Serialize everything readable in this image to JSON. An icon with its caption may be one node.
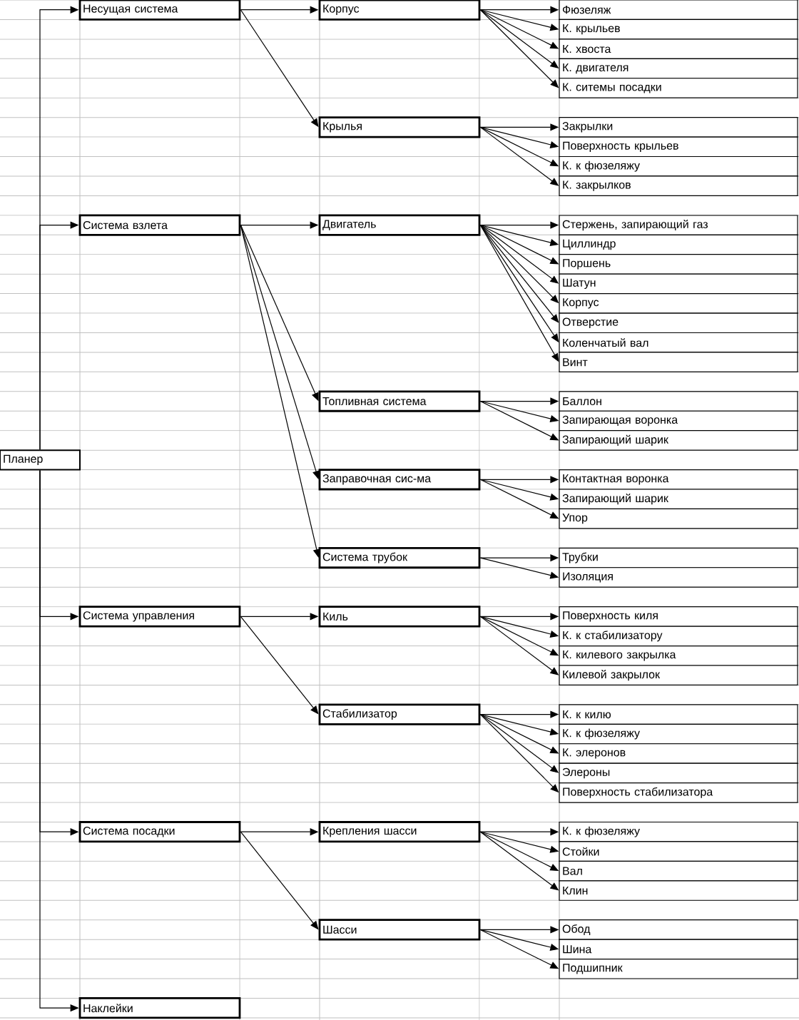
{
  "diagram": {
    "nodes": [
      {
        "text": [
          "Планер"
        ]
      },
      {
        "text": [
          "Несущая система"
        ]
      },
      {
        "text": [
          "Корпус"
        ]
      },
      {
        "text": [
          "Фюзеляж"
        ]
      },
      {
        "text": [
          "К. крыльев"
        ]
      },
      {
        "text": [
          "К. хвоста"
        ]
      },
      {
        "text": [
          "К. двигателя"
        ]
      },
      {
        "text": [
          "К. ситемы посадки"
        ]
      },
      {
        "text": [
          "Крылья"
        ]
      },
      {
        "text": [
          "Закрылки"
        ]
      },
      {
        "text": [
          "Поверхность крыльев"
        ]
      },
      {
        "text": [
          "К. к фюзеляжу"
        ]
      },
      {
        "text": [
          "К. закрылков"
        ]
      },
      {
        "text": [
          "Система взлета"
        ]
      },
      {
        "text": [
          "Двигатель"
        ]
      },
      {
        "text": [
          "Стержень, запирающий газ"
        ]
      },
      {
        "text": [
          "Циллиндр"
        ]
      },
      {
        "text": [
          "Поршень"
        ]
      },
      {
        "text": [
          "Шатун"
        ]
      },
      {
        "text": [
          "Корпус"
        ]
      },
      {
        "text": [
          "Отверстие"
        ]
      },
      {
        "text": [
          "Коленчатый вал"
        ]
      },
      {
        "text": [
          "Винт"
        ]
      },
      {
        "text": [
          "Топливная система"
        ]
      },
      {
        "text": [
          "Баллон"
        ]
      },
      {
        "text": [
          "Запирающая воронка"
        ]
      },
      {
        "text": [
          "Запирающий шарик"
        ]
      },
      {
        "text": [
          "Заправочная сис-ма"
        ]
      },
      {
        "text": [
          "Контактная воронка"
        ]
      },
      {
        "text": [
          "Запирающий шарик"
        ]
      },
      {
        "text": [
          "Упор"
        ]
      },
      {
        "text": [
          "Система трубок"
        ]
      },
      {
        "text": [
          "Трубки"
        ]
      },
      {
        "text": [
          "Изоляция"
        ]
      },
      {
        "text": [
          "Система управления"
        ]
      },
      {
        "text": [
          "Киль"
        ]
      },
      {
        "text": [
          "Поверхность киля"
        ]
      },
      {
        "text": [
          "К. к стабилизатору"
        ]
      },
      {
        "text": [
          "К. килевого закрылка"
        ]
      },
      {
        "text": [
          "Килевой закрылок"
        ]
      },
      {
        "text": [
          "Стабилизатор"
        ]
      },
      {
        "text": [
          "К. к килю"
        ]
      },
      {
        "text": [
          "К. к фюзеляжу"
        ]
      },
      {
        "text": [
          "К. элеронов"
        ]
      },
      {
        "text": [
          "Элероны"
        ]
      },
      {
        "text": [
          "Поверхность стабилизатора"
        ]
      },
      {
        "text": [
          "Система посадки"
        ]
      },
      {
        "text": [
          "Крепления шасси"
        ]
      },
      {
        "text": [
          "К. к фюзеляжу"
        ]
      },
      {
        "text": [
          "Стойки"
        ]
      },
      {
        "text": [
          "Вал"
        ]
      },
      {
        "text": [
          "Клин"
        ]
      },
      {
        "text": [
          "Шасси"
        ]
      },
      {
        "text": [
          "Обод"
        ]
      },
      {
        "text": [
          "Шина"
        ]
      },
      {
        "text": [
          "Подшипник"
        ]
      },
      {
        "text": [
          "Наклейки"
        ]
      }
    ],
    "edges": [
      {
        "from": 0,
        "to": 1,
        "arrow": "to"
      },
      {
        "from": 0,
        "to": 13,
        "arrow": "to"
      },
      {
        "from": 0,
        "to": 34,
        "arrow": "to"
      },
      {
        "from": 0,
        "to": 46,
        "arrow": "to"
      },
      {
        "from": 0,
        "to": 56,
        "arrow": "to"
      },
      {
        "from": 1,
        "to": 2,
        "arrow": "to"
      },
      {
        "from": 1,
        "to": 8,
        "arrow": "to"
      },
      {
        "from": 2,
        "to": 3,
        "arrow": "to"
      },
      {
        "from": 2,
        "to": 4,
        "arrow": "to"
      },
      {
        "from": 2,
        "to": 5,
        "arrow": "to"
      },
      {
        "from": 2,
        "to": 6,
        "arrow": "to"
      },
      {
        "from": 2,
        "to": 7,
        "arrow": "to"
      },
      {
        "from": 8,
        "to": 9,
        "arrow": "to"
      },
      {
        "from": 8,
        "to": 10,
        "arrow": "to"
      },
      {
        "from": 8,
        "to": 11,
        "arrow": "to"
      },
      {
        "from": 8,
        "to": 12,
        "arrow": "to"
      },
      {
        "from": 13,
        "to": 14,
        "arrow": "to"
      },
      {
        "from": 13,
        "to": 23,
        "arrow": "to"
      },
      {
        "from": 13,
        "to": 27,
        "arrow": "to"
      },
      {
        "from": 13,
        "to": 31,
        "arrow": "to"
      },
      {
        "from": 14,
        "to": 15,
        "arrow": "to"
      },
      {
        "from": 14,
        "to": 16,
        "arrow": "to"
      },
      {
        "from": 14,
        "to": 17,
        "arrow": "to"
      },
      {
        "from": 14,
        "to": 18,
        "arrow": "to"
      },
      {
        "from": 14,
        "to": 19,
        "arrow": "to"
      },
      {
        "from": 14,
        "to": 20,
        "arrow": "to"
      },
      {
        "from": 14,
        "to": 21,
        "arrow": "to"
      },
      {
        "from": 14,
        "to": 22,
        "arrow": "to"
      },
      {
        "from": 23,
        "to": 24,
        "arrow": "to"
      },
      {
        "from": 23,
        "to": 25,
        "arrow": "to"
      },
      {
        "from": 23,
        "to": 26,
        "arrow": "to"
      },
      {
        "from": 27,
        "to": 28,
        "arrow": "to"
      },
      {
        "from": 27,
        "to": 29,
        "arrow": "to"
      },
      {
        "from": 27,
        "to": 30,
        "arrow": "to"
      },
      {
        "from": 31,
        "to": 32,
        "arrow": "to"
      },
      {
        "from": 31,
        "to": 33,
        "arrow": "to"
      },
      {
        "from": 34,
        "to": 35,
        "arrow": "to"
      },
      {
        "from": 34,
        "to": 40,
        "arrow": "to"
      },
      {
        "from": 35,
        "to": 36,
        "arrow": "to"
      },
      {
        "from": 35,
        "to": 37,
        "arrow": "to"
      },
      {
        "from": 35,
        "to": 38,
        "arrow": "to"
      },
      {
        "from": 35,
        "to": 39,
        "arrow": "to"
      },
      {
        "from": 40,
        "to": 41,
        "arrow": "to"
      },
      {
        "from": 40,
        "to": 42,
        "arrow": "to"
      },
      {
        "from": 40,
        "to": 43,
        "arrow": "to"
      },
      {
        "from": 40,
        "to": 44,
        "arrow": "to"
      },
      {
        "from": 40,
        "to": 45,
        "arrow": "to"
      },
      {
        "from": 46,
        "to": 47,
        "arrow": "to"
      },
      {
        "from": 46,
        "to": 52,
        "arrow": "to"
      },
      {
        "from": 47,
        "to": 48,
        "arrow": "to"
      },
      {
        "from": 47,
        "to": 49,
        "arrow": "to"
      },
      {
        "from": 47,
        "to": 50,
        "arrow": "to"
      },
      {
        "from": 47,
        "to": 51,
        "arrow": "to"
      },
      {
        "from": 52,
        "to": 53,
        "arrow": "to"
      },
      {
        "from": 52,
        "to": 54,
        "arrow": "to"
      },
      {
        "from": 52,
        "to": 55,
        "arrow": "to"
      }
    ]
  }
}
